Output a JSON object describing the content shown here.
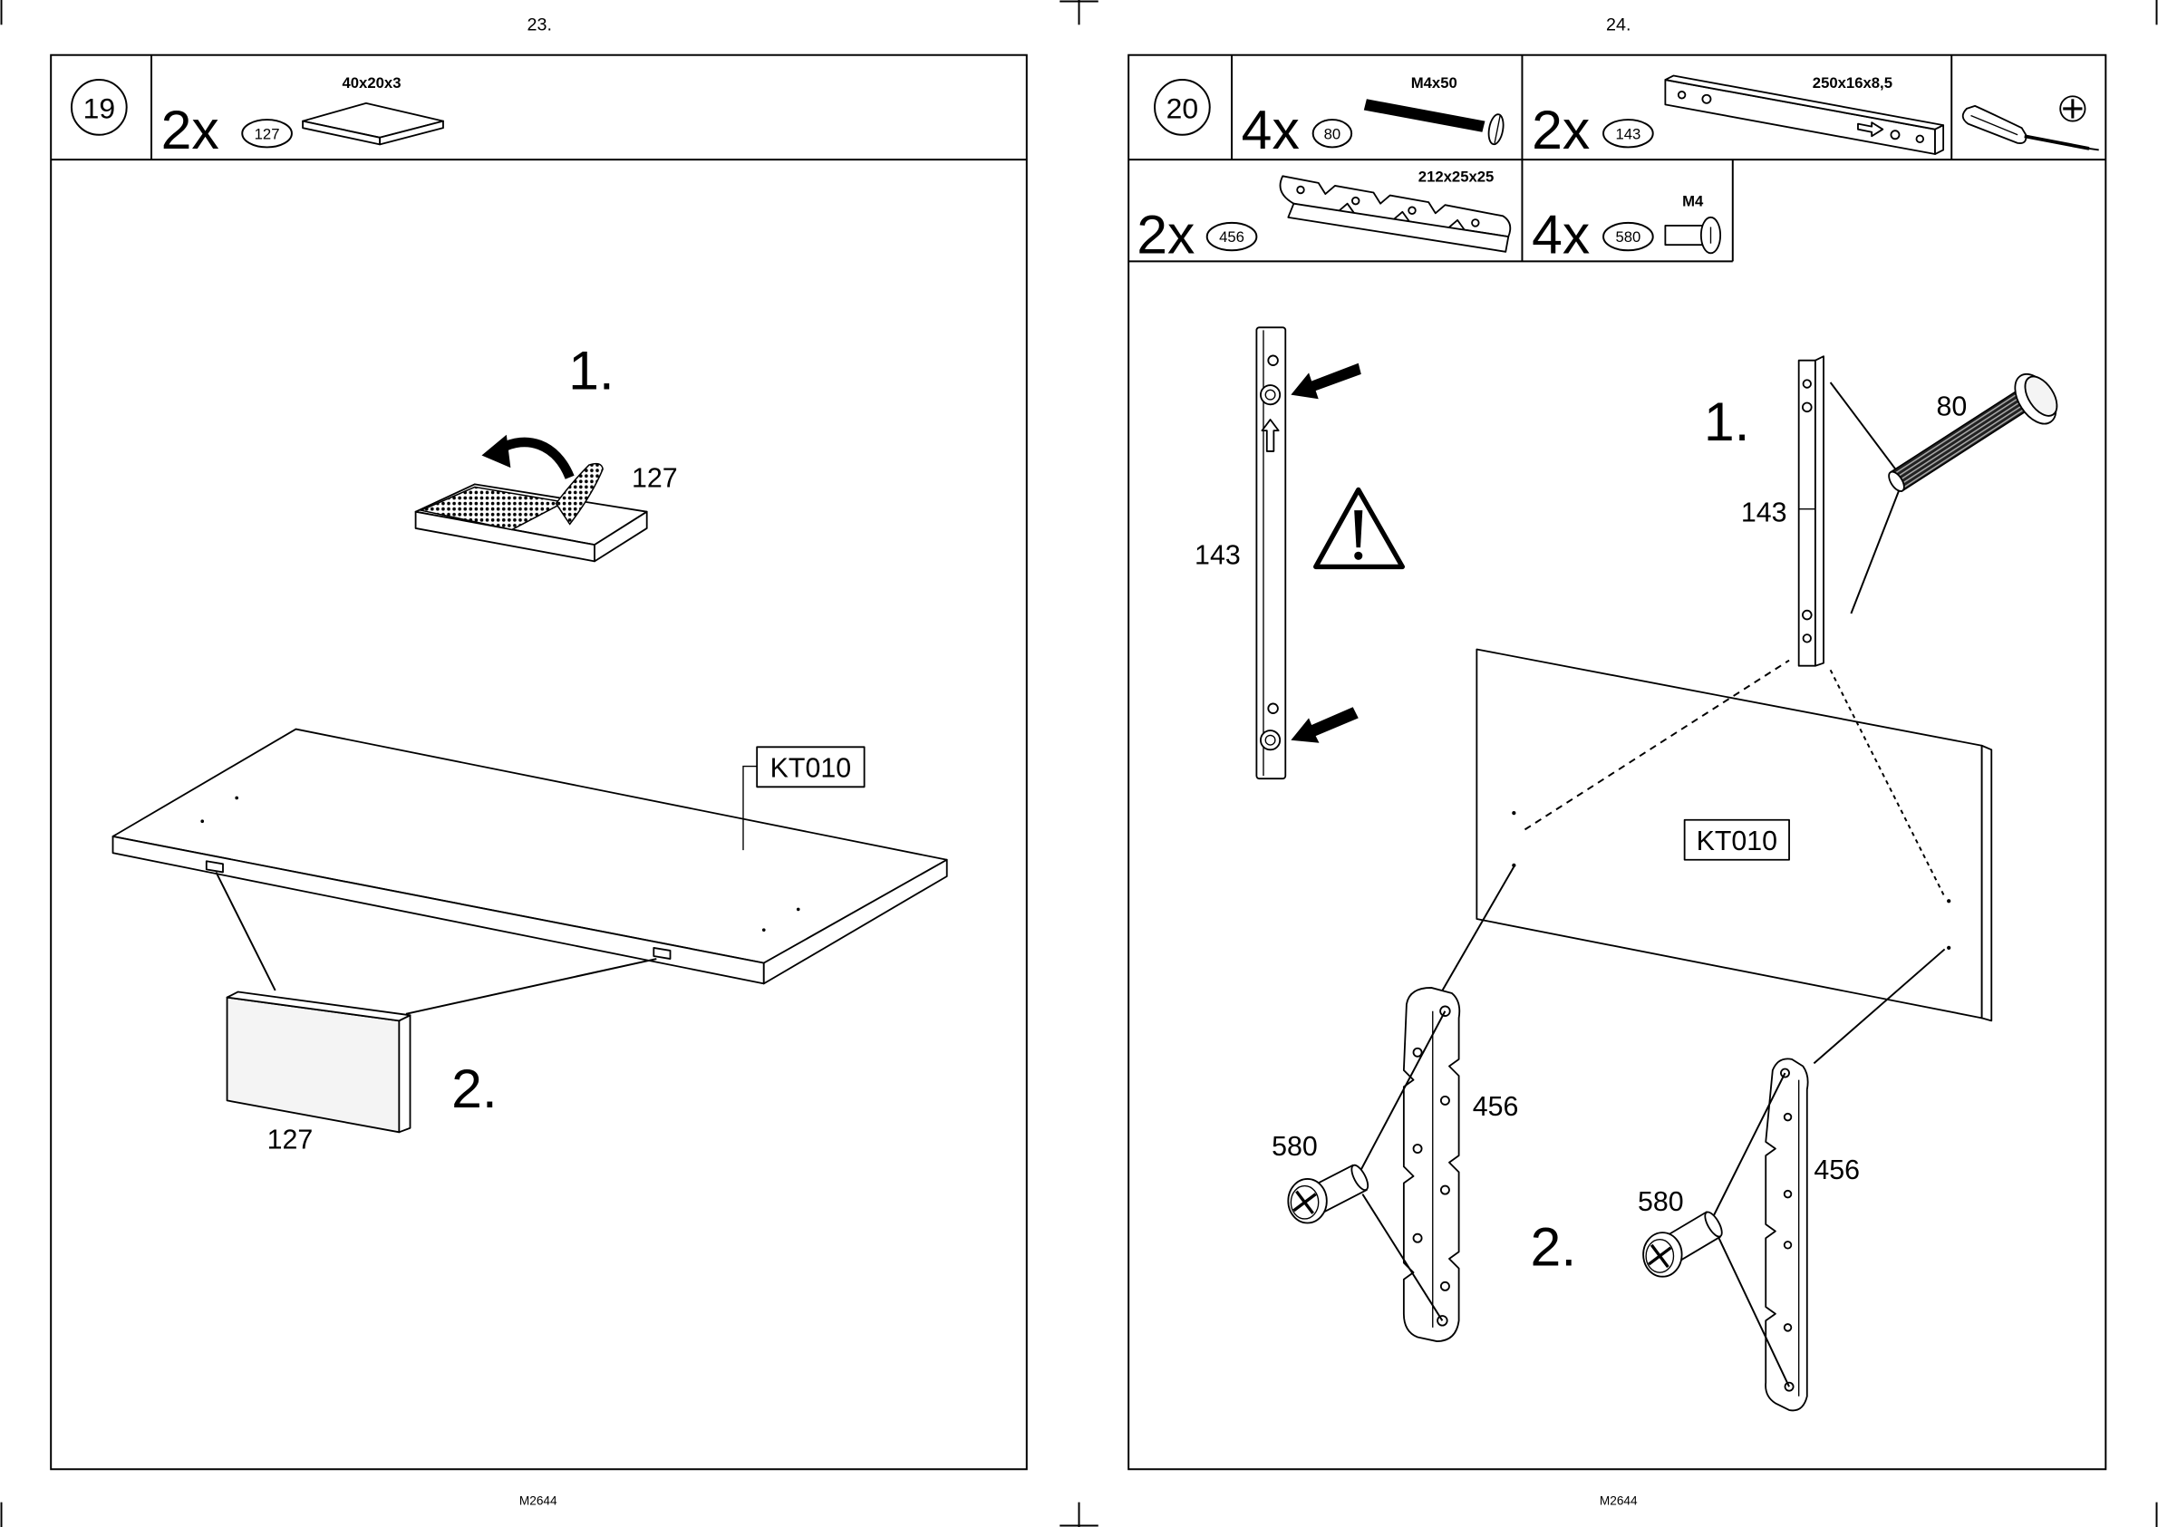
{
  "colors": {
    "ink": "#000000",
    "paper": "#ffffff"
  },
  "pages": [
    {
      "page_number": "23.",
      "footer_code": "M2644",
      "step": {
        "number": "19",
        "parts": [
          {
            "quantity": "2x",
            "part_no": "127",
            "dimensions": "40x20x3",
            "icon": "felt-pad-icon"
          }
        ],
        "substep_1": {
          "marker": "1.",
          "part_label": "127",
          "icon": "peel-arrow-icon"
        },
        "panel_label": "KT010",
        "substep_2": {
          "marker": "2.",
          "part_label": "127"
        }
      }
    },
    {
      "page_number": "24.",
      "footer_code": "M2644",
      "step": {
        "number": "20",
        "parts": [
          {
            "quantity": "4x",
            "part_no": "80",
            "dimensions": "M4x50",
            "icon": "screw-icon"
          },
          {
            "quantity": "2x",
            "part_no": "143",
            "dimensions": "250x16x8,5",
            "icon": "rail-icon"
          },
          {
            "quantity": "2x",
            "part_no": "456",
            "dimensions": "212x25x25",
            "icon": "bracket-icon"
          },
          {
            "quantity": "4x",
            "part_no": "580",
            "dimensions": "M4",
            "icon": "bolt-icon"
          }
        ],
        "tools": [
          {
            "icon": "screwdriver-icon"
          },
          {
            "icon": "phillips-head-icon"
          }
        ],
        "detail": {
          "part_label": "143",
          "icons": [
            "arrow-icon",
            "arrow-icon",
            "warning-icon"
          ]
        },
        "substep_1": {
          "marker": "1.",
          "rail_label": "143",
          "screw_label": "80"
        },
        "panel_label": "KT010",
        "substep_2": {
          "marker": "2.",
          "bracket_labels": [
            "456",
            "456"
          ],
          "bolt_labels": [
            "580",
            "580"
          ]
        }
      }
    }
  ]
}
